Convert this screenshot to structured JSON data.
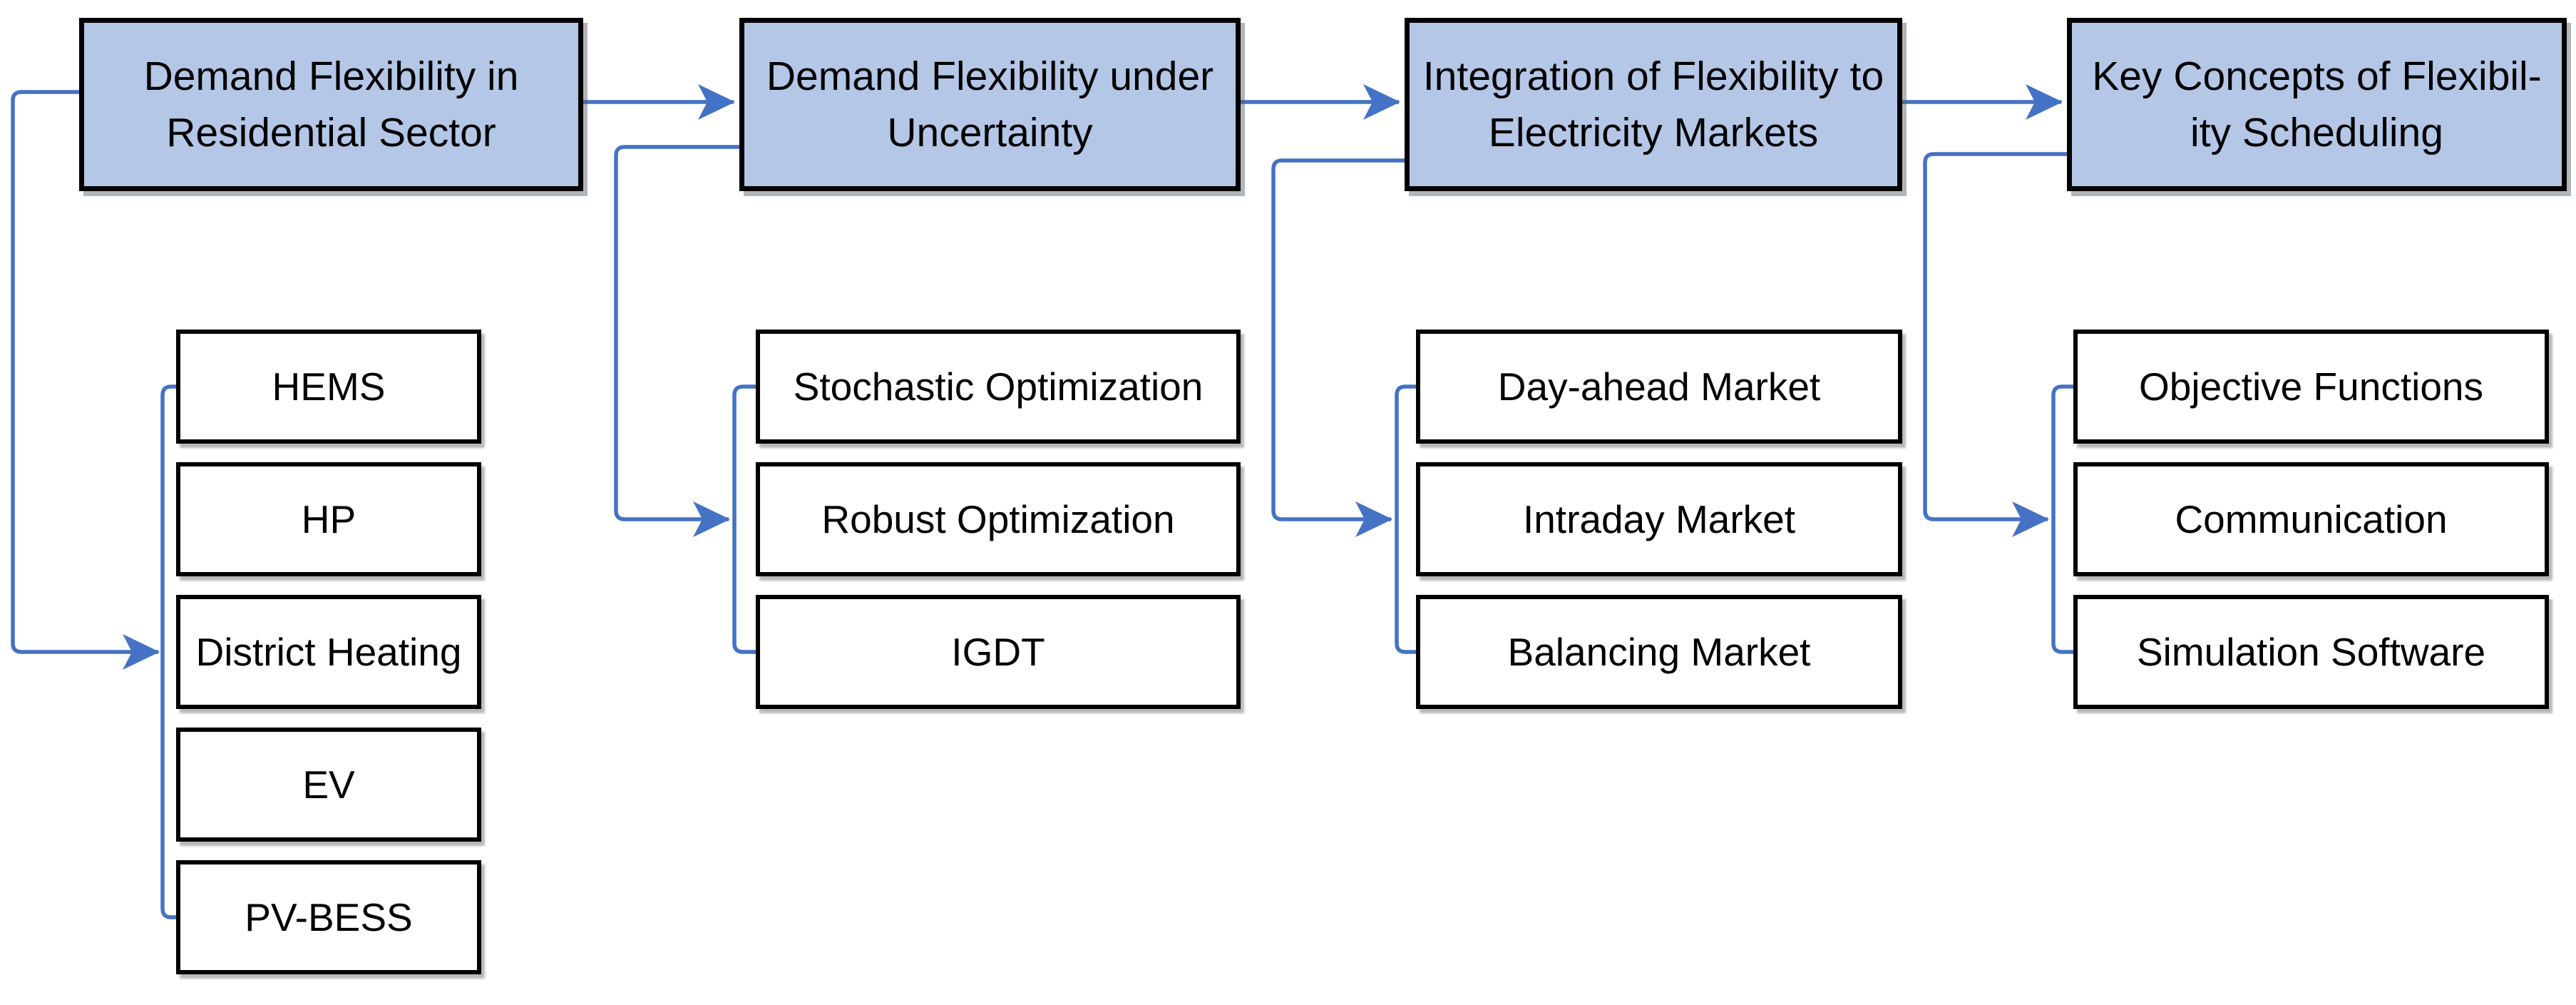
{
  "diagram": {
    "type": "flowchart",
    "columns": [
      {
        "main": {
          "label": "Demand Flexibility in Residential Sector",
          "lines": [
            "Demand Flexibility in",
            "Residential Sector"
          ]
        },
        "subs": [
          "HEMS",
          "HP",
          "District Heating",
          "EV",
          "PV-BESS"
        ]
      },
      {
        "main": {
          "label": "Demand Flexibility under Uncertainty",
          "lines": [
            "Demand Flexibility under",
            "Uncertainty"
          ]
        },
        "subs": [
          "Stochastic Optimization",
          "Robust Optimization",
          "IGDT"
        ]
      },
      {
        "main": {
          "label": "Integration of Flexibility to Electricity Markets",
          "lines": [
            "Integration of Flexibility to",
            "Electricity Markets"
          ]
        },
        "subs": [
          "Day-ahead Market",
          "Intraday Market",
          "Balancing Market"
        ]
      },
      {
        "main": {
          "label": "Key Concepts of Flexibility Scheduling",
          "lines": [
            "Key Concepts of Flexibil-",
            "ity Scheduling"
          ]
        },
        "subs": [
          "Objective Functions",
          "Communication",
          "Simulation Software"
        ]
      }
    ],
    "colors": {
      "main_fill": "#B4C7E7",
      "main_border": "#000000",
      "sub_fill": "#FFFFFF",
      "sub_border": "#000000",
      "connector": "#4472C4",
      "text": "#000000",
      "background": "#FFFFFF"
    }
  }
}
